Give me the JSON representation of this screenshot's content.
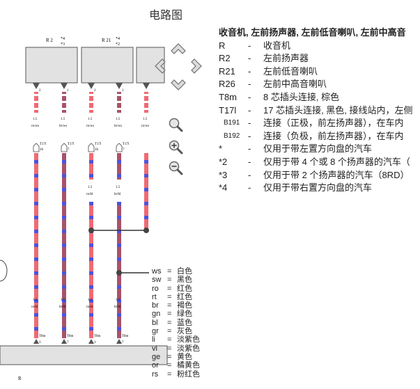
{
  "page": {
    "title": "电路图"
  },
  "components": [
    {
      "label": "R 2",
      "note_top": "*4",
      "note_bottom": "*3"
    },
    {
      "label": "R 21",
      "note_top": "*4",
      "note_bottom": "*2"
    }
  ],
  "wires": [
    {
      "pin_top": "2",
      "gauge_top": "1.5",
      "color_top": "ro/ws",
      "connector_top": "T17l",
      "connector_top_pin": "16",
      "gauge_mid": "",
      "color_mid": "",
      "gauge_bottom": "1.5",
      "color_bottom": "ro/bl",
      "connector_bottom": "T8m",
      "connector_bottom_pin": "3"
    },
    {
      "pin_top": "1",
      "gauge_top": "1.5",
      "color_top": "br/ws",
      "connector_top": "T17l",
      "connector_top_pin": "7",
      "gauge_mid": "",
      "color_mid": "",
      "gauge_bottom": "1.5",
      "color_bottom": "br/bl",
      "connector_bottom": "T8m",
      "connector_bottom_pin": "7"
    },
    {
      "pin_top": "2",
      "gauge_top": "1.5",
      "color_top": "ro/ws",
      "connector_top": "T17l",
      "connector_top_pin": "16",
      "gauge_mid": "1.5",
      "color_mid": "ro/bl",
      "gauge_bottom": "1.5",
      "color_bottom": "ro/bl",
      "connector_bottom": "T8m",
      "connector_bottom_pin": "3"
    },
    {
      "pin_top": "1",
      "gauge_top": "1.5",
      "color_top": "br/ws",
      "connector_top": "T17l",
      "connector_top_pin": "7",
      "gauge_mid": "1.5",
      "color_mid": "br/bl",
      "gauge_bottom": "1.5",
      "color_bottom": "br/bl",
      "connector_bottom": "T8m",
      "connector_bottom_pin": "7"
    },
    {
      "pin_top": "",
      "gauge_top": "1.5",
      "color_top": "ro/ws",
      "connector_top": "",
      "connector_top_pin": "",
      "gauge_mid": "",
      "color_mid": "",
      "gauge_bottom": "",
      "color_bottom": "",
      "connector_bottom": "",
      "connector_bottom_pin": ""
    }
  ],
  "bottom_component": {
    "label": "R"
  },
  "navigation": {
    "up": "pan-up",
    "left": "pan-left",
    "right": "pan-right",
    "down": "pan-down",
    "zoom_reset": "zoom-fit",
    "zoom_in": "zoom-in",
    "zoom_out": "zoom-out"
  },
  "legend": {
    "heading": "收音机, 左前扬声器, 左前低音喇叭, 左前中高音",
    "items": [
      {
        "code": "R",
        "dash": "-",
        "desc": "收音机",
        "small": false
      },
      {
        "code": "R2",
        "dash": "-",
        "desc": "左前扬声器",
        "small": false
      },
      {
        "code": "R21",
        "dash": "-",
        "desc": "左前低音喇叭",
        "small": false
      },
      {
        "code": "R26",
        "dash": "-",
        "desc": "左前中高音喇叭",
        "small": false
      },
      {
        "code": "T8m",
        "dash": "-",
        "desc": "8 芯插头连接, 棕色",
        "small": false
      },
      {
        "code": "T17l",
        "dash": "-",
        "desc": "17 芯插头连接, 黑色, 接线站内，左侧",
        "small": false
      },
      {
        "code": "B191",
        "dash": "-",
        "desc": "连接（正极，前左扬声器），在车内",
        "small": true
      },
      {
        "code": "B192",
        "dash": "-",
        "desc": "连接（负极，前左扬声器），在车内",
        "small": true
      },
      {
        "code": "*",
        "dash": "-",
        "desc": "仅用于带左置方向盘的汽车",
        "small": false
      },
      {
        "code": "*2",
        "dash": "-",
        "desc": "仅用于带 4 个或 8 个扬声器的汽车（",
        "small": false
      },
      {
        "code": "*3",
        "dash": "-",
        "desc": "仅用于带 2 个扬声器的汽车（8RD）",
        "small": false
      },
      {
        "code": "*4",
        "dash": "-",
        "desc": "仅用于带右置方向盘的汽车",
        "small": false
      }
    ]
  },
  "color_codes": [
    {
      "code": "ws",
      "eq": "=",
      "name": "白色"
    },
    {
      "code": "sw",
      "eq": "=",
      "name": "黑色"
    },
    {
      "code": "ro",
      "eq": "=",
      "name": "红色"
    },
    {
      "code": "rt",
      "eq": "=",
      "name": "红色"
    },
    {
      "code": "br",
      "eq": "=",
      "name": "褐色"
    },
    {
      "code": "gn",
      "eq": "=",
      "name": "绿色"
    },
    {
      "code": "bl",
      "eq": "=",
      "name": "蓝色"
    },
    {
      "code": "gr",
      "eq": "=",
      "name": "灰色"
    },
    {
      "code": "li",
      "eq": "=",
      "name": "淡紫色"
    },
    {
      "code": "vi",
      "eq": "=",
      "name": "淡紫色"
    },
    {
      "code": "ge",
      "eq": "=",
      "name": "黄色"
    },
    {
      "code": "or",
      "eq": "=",
      "name": "橘黄色"
    },
    {
      "code": "rs",
      "eq": "=",
      "name": "粉红色"
    }
  ],
  "colors": {
    "wire_red": "#f06a72",
    "wire_blue": "#4b54e0",
    "wire_white": "#ffffff",
    "wire_brown": "#a8526a",
    "box_fill": "#e2e2e2",
    "box_stroke": "#555555",
    "nav_fill": "#dcdcdc",
    "nav_stroke": "#707070"
  }
}
